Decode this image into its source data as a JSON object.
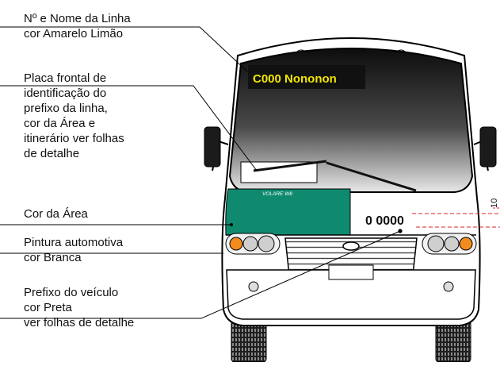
{
  "labels": {
    "line_name": [
      "Nº e Nome da Linha",
      "cor Amarelo Limão"
    ],
    "front_plate": [
      "Placa frontal de",
      "identificação do",
      "prefixo da linha,",
      "cor da Área e",
      "itinerário ver folhas",
      "de detalhe"
    ],
    "area_color": [
      "Cor da Área"
    ],
    "automotive_paint": [
      "Pintura automotiva",
      "cor Branca"
    ],
    "vehicle_prefix": [
      "Prefixo do veículo",
      "cor Preta",
      "ver folhas de detalhe"
    ]
  },
  "bus": {
    "destination_display": "C000 Nononon",
    "prefix_number": "0 0000",
    "model_badge": "VOLARE W8",
    "side_dimension_fragment": "10"
  },
  "colors": {
    "display_text": "#f2e600",
    "area_green": "#0f8a6e",
    "body_white": "#ffffff",
    "windshield_dark": "#1a1a1a",
    "leader_line": "#000000",
    "dimension_red": "#e0202a",
    "turn_signal": "#f28c1e"
  }
}
